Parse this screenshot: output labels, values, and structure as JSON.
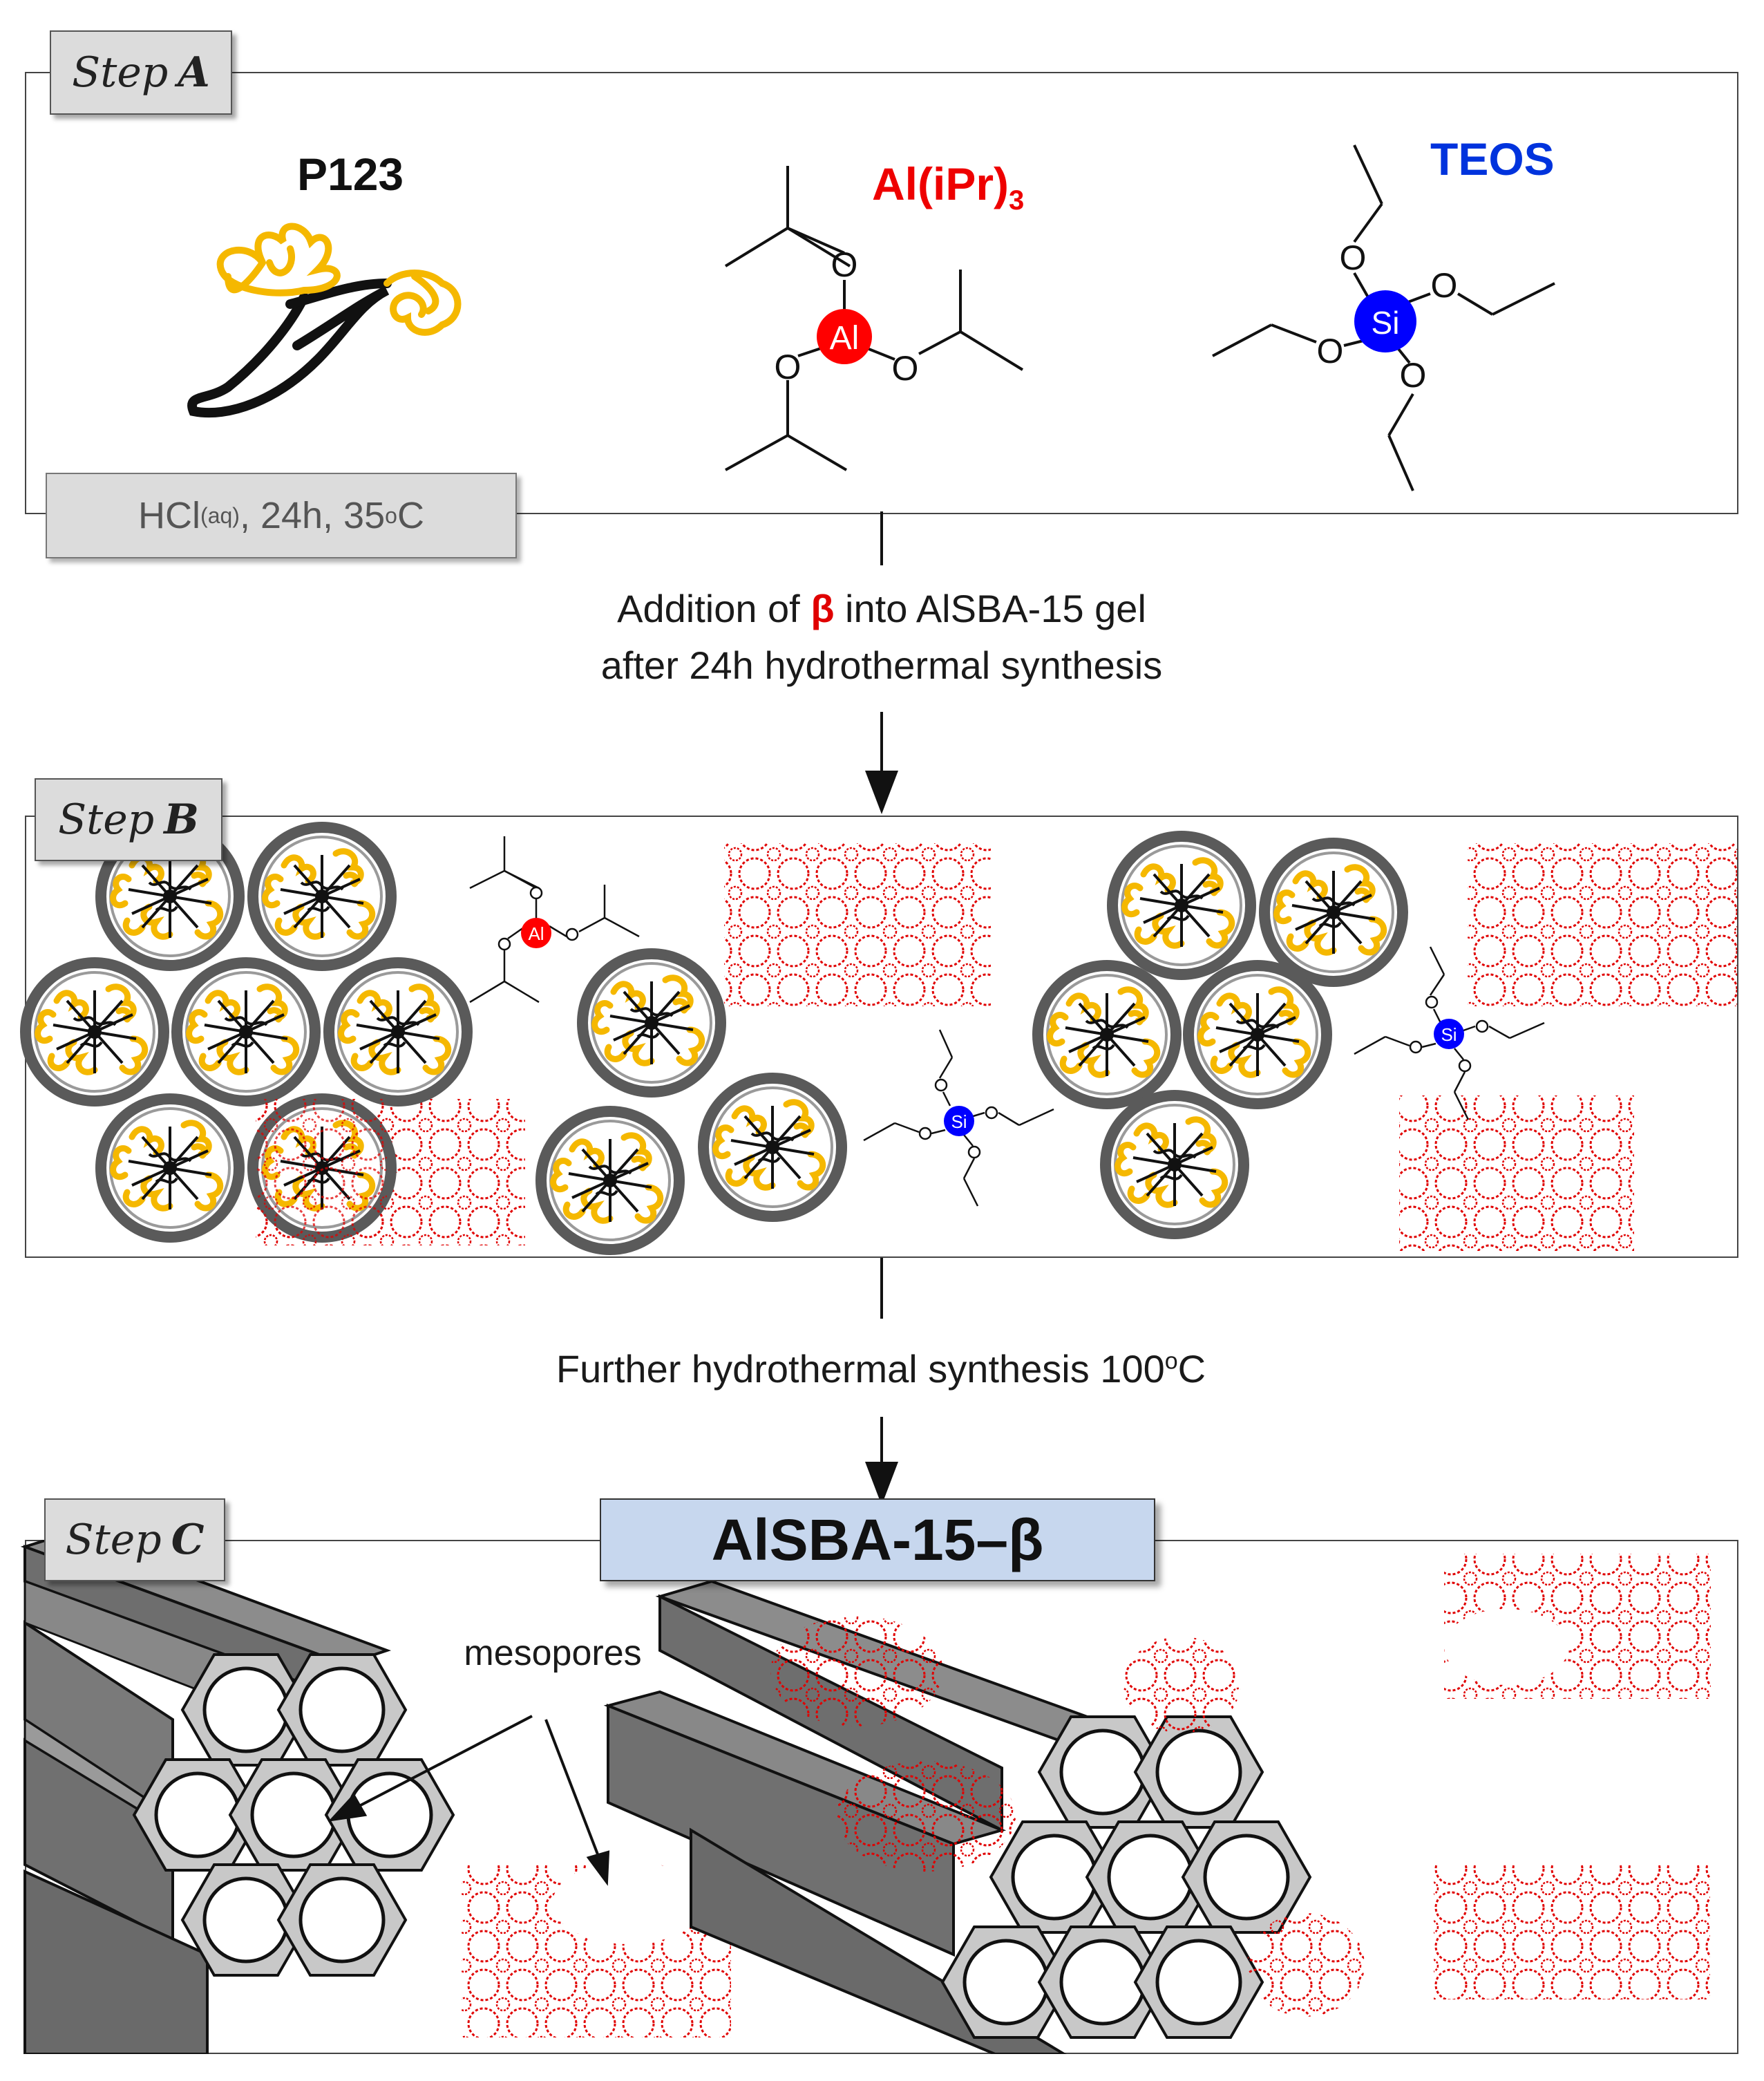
{
  "step_a": {
    "label_word": "Step",
    "label_letter": "A",
    "condition_main": "HCl",
    "condition_sub": "(aq)",
    "condition_rest": ", 24h, 35",
    "condition_deg": "o",
    "condition_unit": "C",
    "p123_label": "P123",
    "al_label_main": "Al(iPr)",
    "al_label_sub": "3",
    "teos_label": "TEOS",
    "al_atom": "Al",
    "si_atom": "Si",
    "oxygen": "O"
  },
  "transition_1": {
    "line1_before": "Addition of ",
    "line1_beta": "β",
    "line1_after": " into AlSBA-15 gel",
    "line2": "after 24h hydrothermal synthesis"
  },
  "step_b": {
    "label_word": "Step",
    "label_letter": "B",
    "al_atom": "Al",
    "si_atom": "Si"
  },
  "transition_2": {
    "text_main": "Further hydrothermal synthesis 100",
    "text_deg": "o",
    "text_unit": "C"
  },
  "step_c": {
    "label_word": "Step",
    "label_letter": "C",
    "product_title": "AlSBA-15–β",
    "mesopores_label": "mesopores"
  },
  "colors": {
    "p123_yellow": "#f5b800",
    "al_red": "#ff0000",
    "si_blue": "#0000ff",
    "zeolite_red": "#e00000",
    "teos_label_blue": "#0033dd",
    "title_box_blue": "#c7d7ee",
    "tag_gray": "#dcdcdc",
    "silica_gray": "#8c8c8c"
  }
}
